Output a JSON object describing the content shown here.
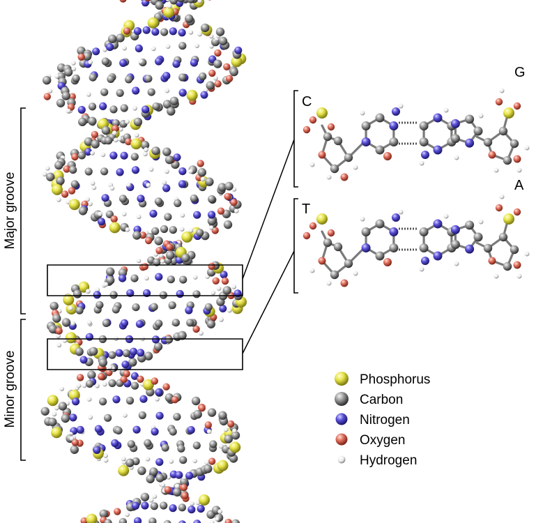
{
  "groove_labels": {
    "major": "Major groove",
    "minor": "Minor groove"
  },
  "base_pairs": {
    "top_left": "C",
    "top_right": "G",
    "bottom_left": "T",
    "bottom_right": "A"
  },
  "legend": [
    {
      "label": "Phosphorus",
      "color": "#e6e34a",
      "size": "large"
    },
    {
      "label": "Carbon",
      "color": "#8c8c8c",
      "size": "large"
    },
    {
      "label": "Nitrogen",
      "color": "#5a50d6",
      "size": "medium"
    },
    {
      "label": "Oxygen",
      "color": "#e0705e",
      "size": "medium"
    },
    {
      "label": "Hydrogen",
      "color": "#f2f2f2",
      "size": "small"
    }
  ],
  "colors": {
    "phosphorus": "#e6e34a",
    "carbon": "#8c8c8c",
    "nitrogen": "#5a50d6",
    "oxygen": "#e0705e",
    "hydrogen": "#f2f2f2"
  }
}
